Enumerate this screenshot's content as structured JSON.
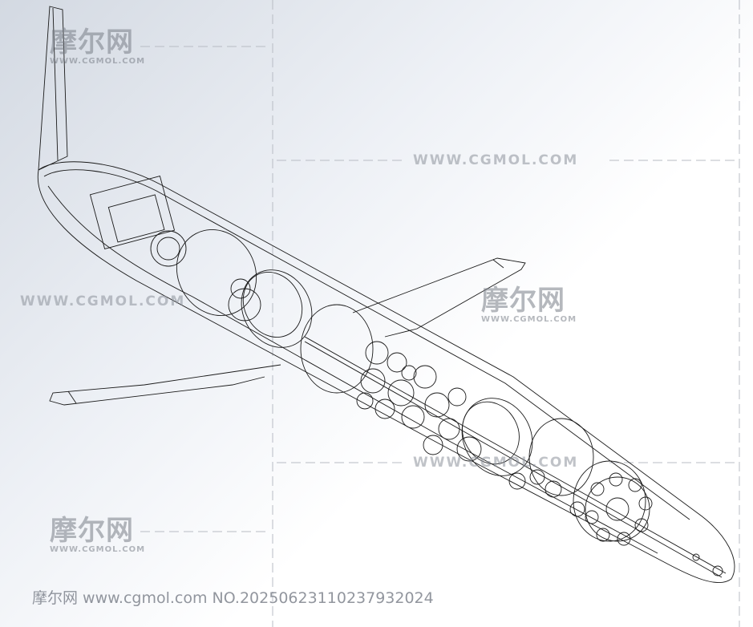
{
  "watermarks": {
    "logo_cn": "摩尔网",
    "logo_url": "WWW.CGMOL.COM",
    "line_text": "WWW.CGMOL.COM"
  },
  "footer": {
    "text": "摩尔网 www.cgmol.com NO.20250623110237932024"
  },
  "colors": {
    "line": "#1a1a1a",
    "watermark": "#8a8f99",
    "background_start": "#d3d9e2",
    "background_end": "#ffffff"
  }
}
